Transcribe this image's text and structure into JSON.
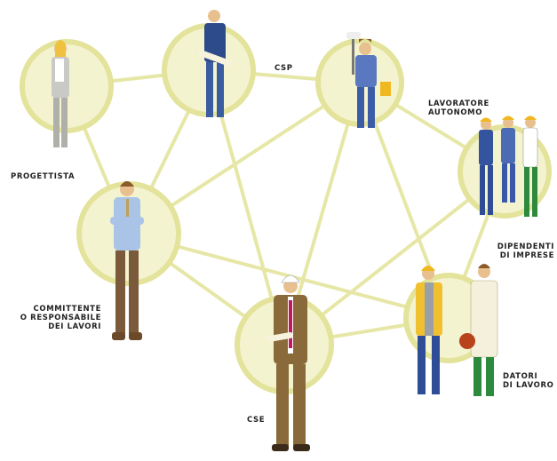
{
  "diagram": {
    "nodes": [
      {
        "id": "progettista",
        "label_lines": [
          "PROGETTISTA"
        ]
      },
      {
        "id": "csp",
        "label_lines": [
          "CSP"
        ]
      },
      {
        "id": "lavoratore",
        "label_lines": [
          "LAVORATORE",
          "AUTONOMO"
        ]
      },
      {
        "id": "dipendenti",
        "label_lines": [
          "DIPENDENTI",
          "DI IMPRESE"
        ]
      },
      {
        "id": "committente",
        "label_lines": [
          "COMMITTENTE",
          "o RESPONSABILE",
          "DEI LAVORI"
        ]
      },
      {
        "id": "cse",
        "label_lines": [
          "CSE"
        ]
      },
      {
        "id": "datori",
        "label_lines": [
          "DATORI",
          "DI LAVORO"
        ]
      }
    ],
    "edges": [
      [
        "progettista",
        "csp"
      ],
      [
        "progettista",
        "committente"
      ],
      [
        "csp",
        "lavoratore"
      ],
      [
        "csp",
        "committente"
      ],
      [
        "csp",
        "cse"
      ],
      [
        "lavoratore",
        "dipendenti"
      ],
      [
        "lavoratore",
        "committente"
      ],
      [
        "lavoratore",
        "cse"
      ],
      [
        "lavoratore",
        "datori"
      ],
      [
        "committente",
        "cse"
      ],
      [
        "committente",
        "datori"
      ],
      [
        "cse",
        "datori"
      ],
      [
        "cse",
        "dipendenti"
      ],
      [
        "dipendenti",
        "datori"
      ]
    ],
    "colors": {
      "connector": "#e6e7a6",
      "circle_fill": "#f4f3cf",
      "circle_ring": "#e3e39b",
      "label_text": "#222222"
    }
  }
}
